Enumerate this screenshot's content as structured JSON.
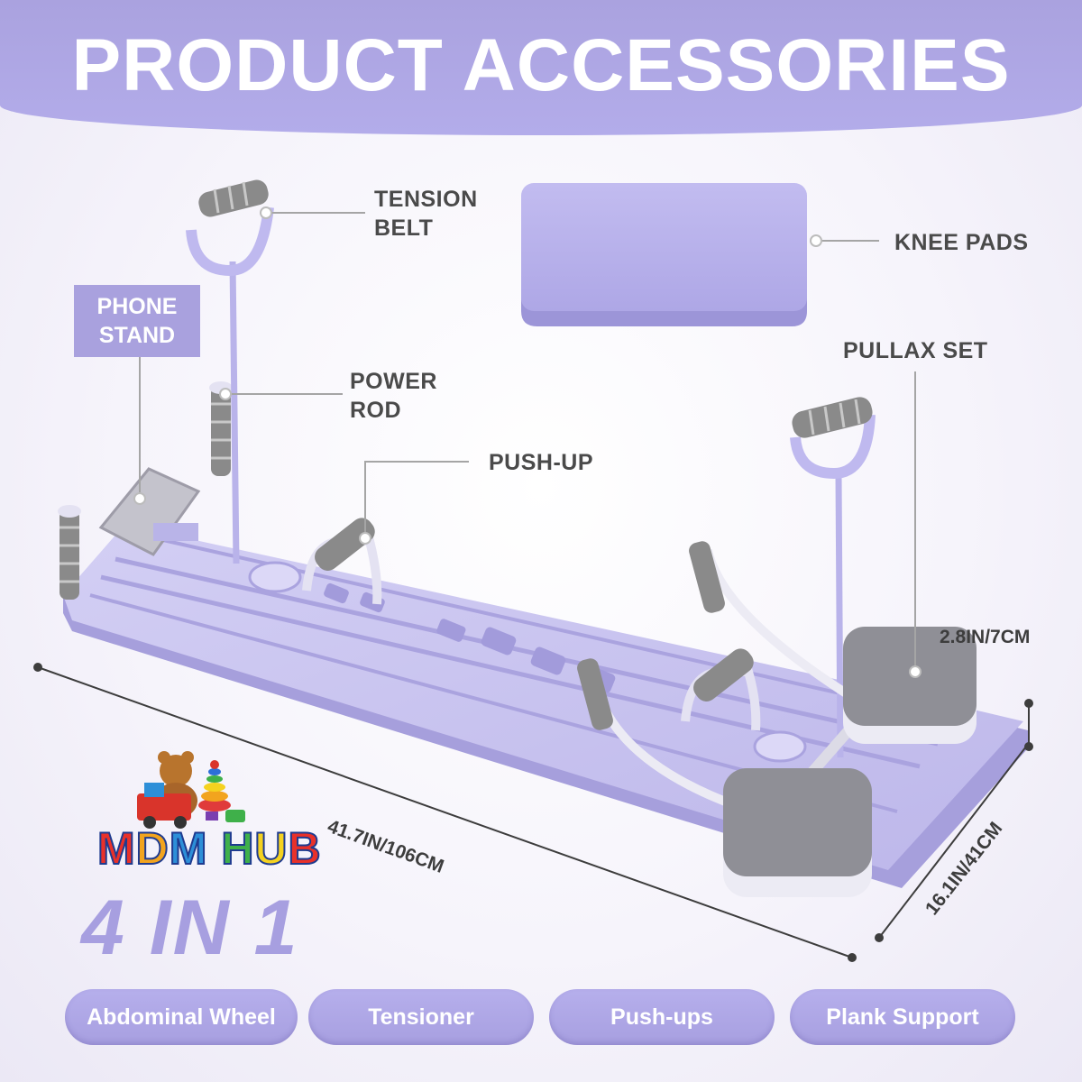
{
  "header": {
    "title": "PRODUCT ACCESSORIES"
  },
  "callouts": {
    "tension_belt": [
      "TENSION",
      "BELT"
    ],
    "knee_pads": "KNEE PADS",
    "phone_stand": [
      "PHONE",
      "STAND"
    ],
    "power_rod": [
      "POWER",
      "ROD"
    ],
    "pullax_set": "PULLAX SET",
    "push_up": "PUSH-UP"
  },
  "dimensions": {
    "height": "2.8IN/7CM",
    "length": "41.7IN/106CM",
    "width": "16.1IN/41CM"
  },
  "brand": {
    "name": "MDM HUB",
    "watermark": "MDM HUB"
  },
  "tagline": "4 IN 1",
  "features": [
    "Abdominal Wheel",
    "Tensioner",
    "Push-ups",
    "Plank Support"
  ],
  "colors": {
    "accent": "#a9a1de",
    "board": "#c7c2ef",
    "grip": "#8a8a8a"
  }
}
